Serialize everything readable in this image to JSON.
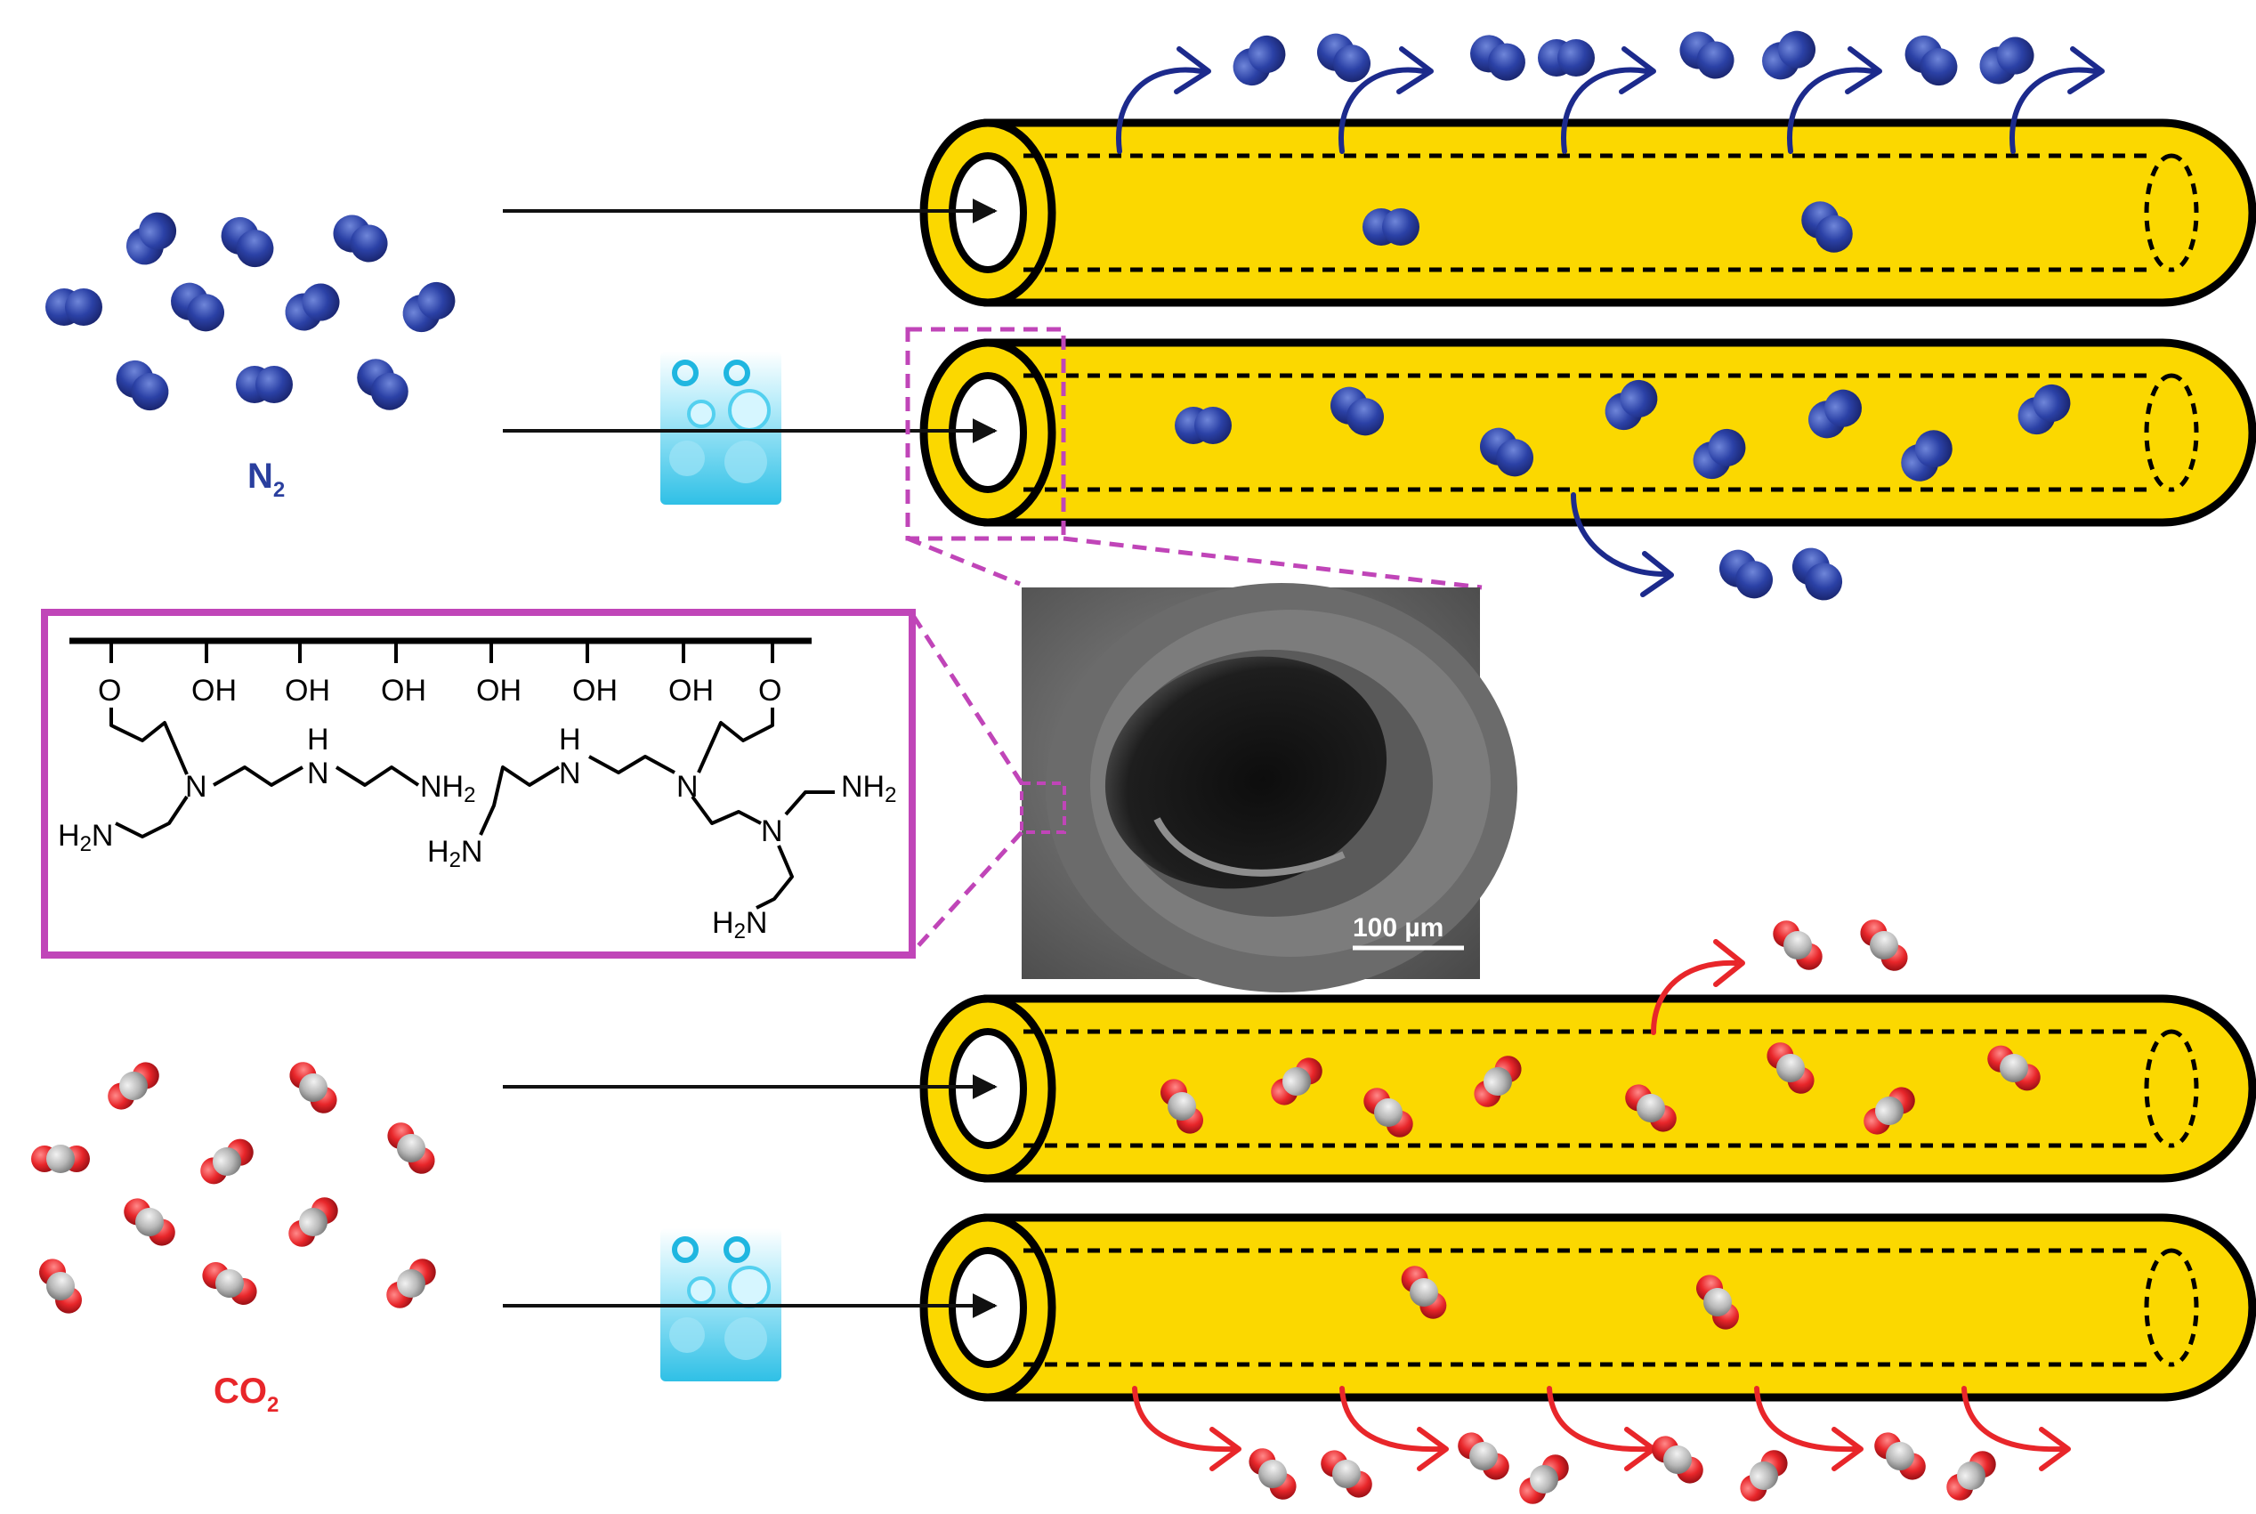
{
  "labels": {
    "n2_text": "N",
    "n2_sub": "2",
    "co2_text": "CO",
    "co2_sub": "2",
    "scale_bar": "100 µm"
  },
  "structure": {
    "oh": "OH",
    "o": "O",
    "n": "N",
    "h": "H",
    "nh2_a": "NH",
    "nh2_b": "NH",
    "h2n_a": "H",
    "h2n_b": "H",
    "h2n_c": "H",
    "nh2_c": "NH",
    "sub2": "2"
  },
  "colors": {
    "fiber_fill": "#fbd800",
    "n2": "#2a3f9e",
    "co2_o": "#e8262a",
    "co2_c": "#b9b9b9",
    "arrow_blue": "#1c2a8c",
    "arrow_red": "#e8262a",
    "callout": "#c045b8",
    "water": "#33c3e6"
  },
  "icons": [
    "n2-molecule-icon",
    "co2-molecule-icon",
    "water-vapor-icon",
    "flow-arrow-icon"
  ]
}
